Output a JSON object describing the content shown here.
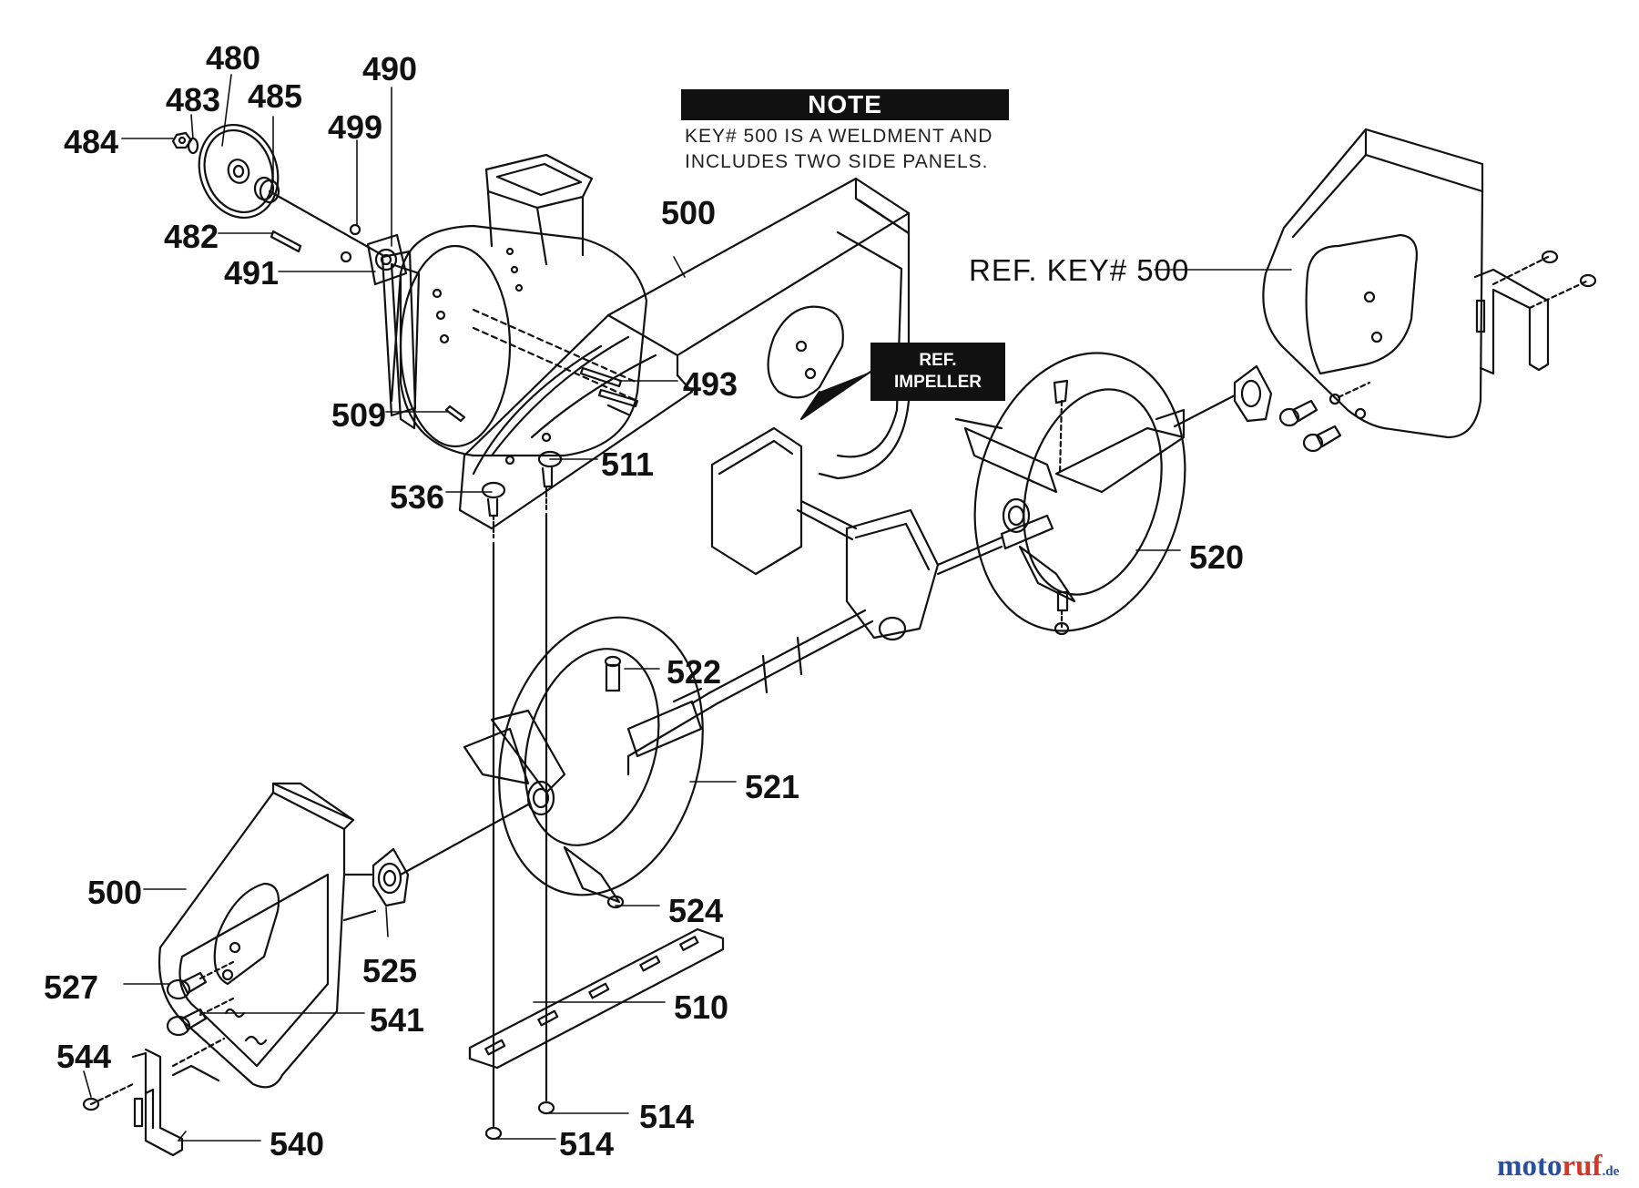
{
  "note": {
    "title": "NOTE",
    "line1": "KEY# 500 IS A WELDMENT AND",
    "line2": "INCLUDES TWO SIDE PANELS."
  },
  "impeller_callout": {
    "line1": "REF.",
    "line2": "IMPELLER"
  },
  "ref_label": "REF. KEY# 500",
  "parts": {
    "p480": "480",
    "p483": "483",
    "p485": "485",
    "p484": "484",
    "p490": "490",
    "p499": "499",
    "p482": "482",
    "p491": "491",
    "p500a": "500",
    "p493": "493",
    "p509": "509",
    "p511": "511",
    "p536": "536",
    "p520": "520",
    "p522": "522",
    "p521": "521",
    "p500b": "500",
    "p524": "524",
    "p525": "525",
    "p510": "510",
    "p527": "527",
    "p541": "541",
    "p544": "544",
    "p514a": "514",
    "p514b": "514",
    "p540": "540"
  },
  "watermark": {
    "part1": "moto",
    "part2": "ruf",
    "tld": ".de",
    "color1": "#2a4f9e",
    "color2": "#d2392b"
  }
}
